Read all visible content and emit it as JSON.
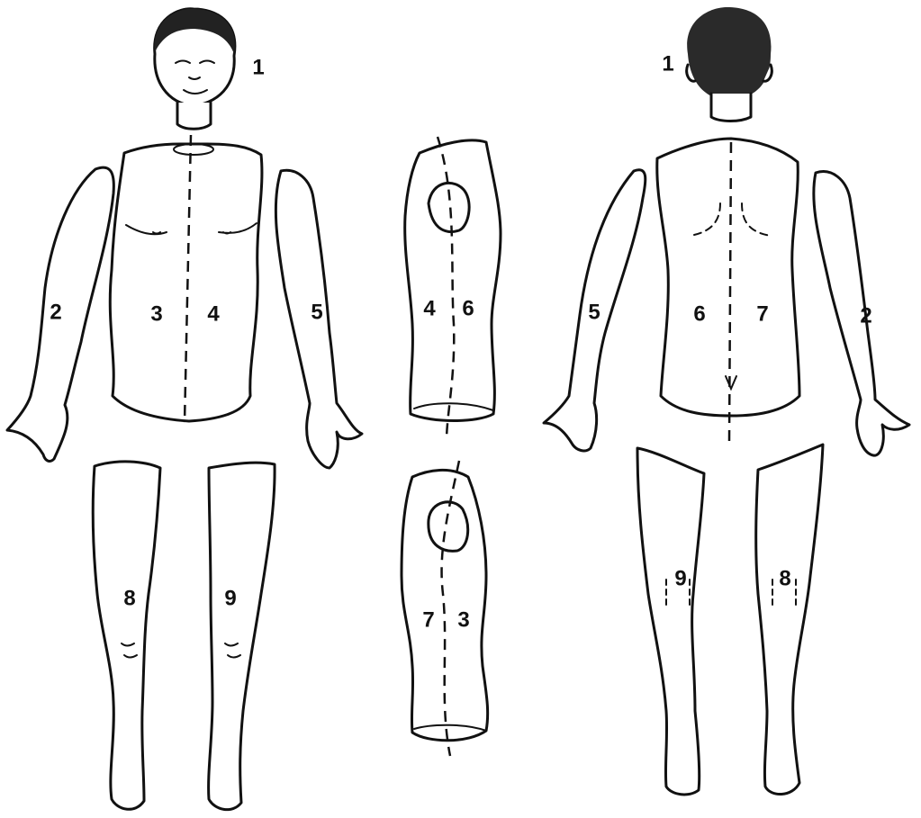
{
  "figure": {
    "front": {
      "head": "1",
      "right_arm": "2",
      "torso_left": "3",
      "torso_right": "4",
      "left_arm": "5",
      "left_leg": "8",
      "right_leg": "9"
    },
    "side_upper": {
      "left": "4",
      "right": "6"
    },
    "side_lower": {
      "left": "7",
      "right": "3"
    },
    "back": {
      "head": "1",
      "left_arm": "5",
      "torso_left": "6",
      "torso_right": "7",
      "right_arm": "2",
      "left_leg": "9",
      "right_leg": "8"
    }
  }
}
